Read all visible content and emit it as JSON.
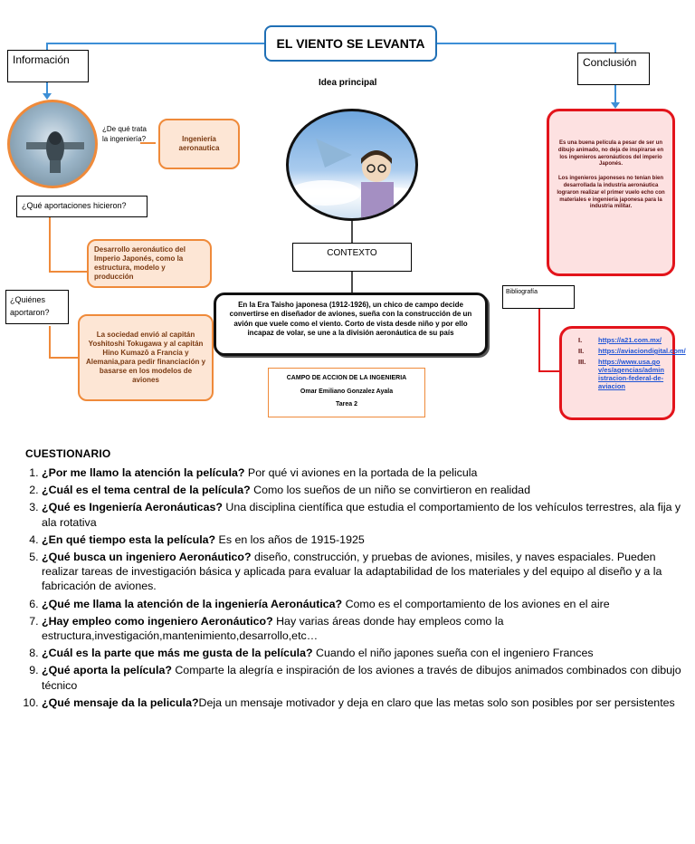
{
  "map": {
    "title": "EL VIENTO SE LEVANTA",
    "info_label": "Información",
    "conclusion_label": "Conclusión",
    "idea_label": "Idea principal",
    "question_what": "¿De qué trata la ingeniería?",
    "answer_what": "Ingeniería aeronautica",
    "question_contrib": "¿Qué aportaciones hicieron?",
    "answer_contrib": "Desarrollo aeronáutico del Imperio Japonés, como la estructura, modelo y producción",
    "question_who": "¿Quiénes aportaron?",
    "answer_who": "La sociedad envió al capitán Yoshitoshi Tokugawa y al capitán Hino Kumazō a Francia y Alemania,para pedir financiación y basarse en los modelos de aviones",
    "context_label": "CONTEXTO",
    "context_text": "En la Era Taisho japonesa (1912-1926), un chico de campo decide convertirse en diseñador de aviones, sueña con la construcción de un avión que vuele como el viento. Corto de vista desde niño y por ello incapaz de volar, se une a la división aeronáutica de su país",
    "campo_title": "CAMPO DE ACCION DE LA INGENIERIA",
    "campo_name": "Omar Emiliano Gonzalez Ayala",
    "campo_task": "Tarea 2",
    "conclusion_p1": "Es una buena película a pesar de ser un dibujo animado, no deja de inspirarse en los ingenieros aeronáuticos del imperio Japonés.",
    "conclusion_p2": "Los ingenieros japoneses no tenían bien desarrollada la industria aeronáutica lograron realizar el primer vuelo echo con materiales e ingeniería japonesa para la industria militar.",
    "bib_label": "Bibliografía",
    "bib": [
      {
        "num": "I.",
        "text": "https://a21.com.mx/"
      },
      {
        "num": "II.",
        "text": "https://aviaciondigital.com/"
      },
      {
        "num": "III.",
        "text": "https://www.usa.gov/es/agencias/administracion-federal-de-aviacion"
      }
    ],
    "colors": {
      "title_border": "#1f6fb5",
      "orange": "#ef8a3a",
      "red": "#e3141b"
    }
  },
  "questionnaire": {
    "title": "CUESTIONARIO",
    "items": [
      {
        "q": "¿Por me llamo la atención la película?",
        "a": " Por qué vi aviones en la portada de la pelicula"
      },
      {
        "q": "¿Cuál es el tema central de la película?",
        "a": " Como los sueños de un niño se convirtieron en realidad"
      },
      {
        "q": "¿Qué es Ingeniería Aeronáuticas?",
        "a": " Una disciplina científica que estudia el comportamiento de los vehículos terrestres, ala fija y ala rotativa"
      },
      {
        "q": "¿En qué tiempo esta la película?",
        "a": " Es en los años de 1915-1925"
      },
      {
        "q": "¿Qué busca un ingeniero Aeronáutico?",
        "a": " diseño, construcción, y pruebas de aviones, misiles, y naves espaciales. Pueden realizar tareas de investigación básica y aplicada para evaluar la adaptabilidad de los materiales y del equipo al diseño y a la fabricación de aviones."
      },
      {
        "q": "¿Qué me llama la atención de la ingeniería Aeronáutica?",
        "a": " Como es el comportamiento de los aviones en el aire"
      },
      {
        "q": "¿Hay empleo como ingeniero Aeronáutico?",
        "a": " Hay varias áreas donde hay empleos como la estructura,investigación,mantenimiento,desarrollo,etc…"
      },
      {
        "q": "¿Cuál es la parte que más me gusta de la película?",
        "a": " Cuando el niño japones sueña con el ingeniero Frances"
      },
      {
        "q": "¿Qué aporta la película?",
        "a": " Comparte la alegría e inspiración de los aviones a través de dibujos animados combinados con dibujo técnico"
      },
      {
        "q": "¿Qué mensaje da la pelicula?",
        "a": "Deja un mensaje motivador y deja en claro que las metas solo son posibles por ser persistentes"
      }
    ]
  }
}
